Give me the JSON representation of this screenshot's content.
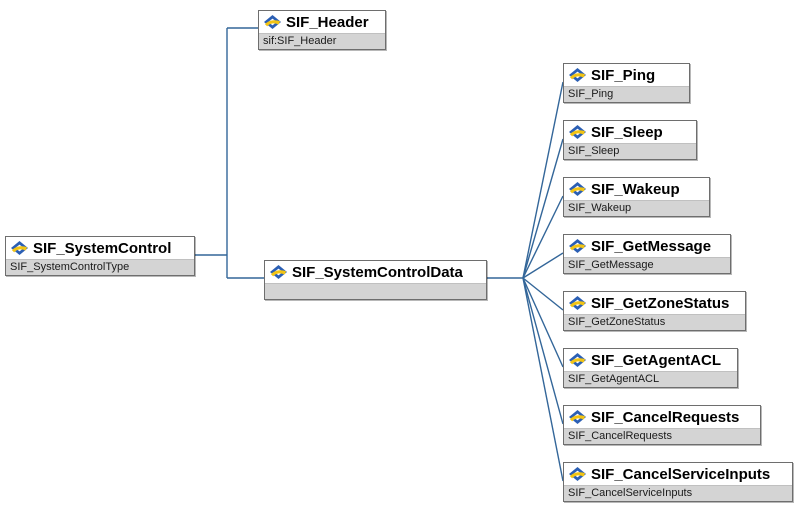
{
  "diagram": {
    "colors": {
      "connector": "#336699",
      "subtitle_bg": "#d4d4d4",
      "box_border": "#6e6e6e",
      "icon_blue": "#2b5fb4",
      "icon_yellow": "#f2c414"
    },
    "root": {
      "title": "SIF_SystemControl",
      "subtitle": "SIF_SystemControlType",
      "icon": "element-icon"
    },
    "header": {
      "title": "SIF_Header",
      "subtitle": "sif:SIF_Header",
      "icon": "element-icon"
    },
    "data_node": {
      "title": "SIF_SystemControlData",
      "subtitle": "",
      "icon": "element-icon"
    },
    "children": [
      {
        "title": "SIF_Ping",
        "subtitle": "SIF_Ping",
        "icon": "element-icon"
      },
      {
        "title": "SIF_Sleep",
        "subtitle": "SIF_Sleep",
        "icon": "element-icon"
      },
      {
        "title": "SIF_Wakeup",
        "subtitle": "SIF_Wakeup",
        "icon": "element-icon"
      },
      {
        "title": "SIF_GetMessage",
        "subtitle": "SIF_GetMessage",
        "icon": "element-icon"
      },
      {
        "title": "SIF_GetZoneStatus",
        "subtitle": "SIF_GetZoneStatus",
        "icon": "element-icon"
      },
      {
        "title": "SIF_GetAgentACL",
        "subtitle": "SIF_GetAgentACL",
        "icon": "element-icon"
      },
      {
        "title": "SIF_CancelRequests",
        "subtitle": "SIF_CancelRequests",
        "icon": "element-icon"
      },
      {
        "title": "SIF_CancelServiceInputs",
        "subtitle": "SIF_CancelServiceInputs",
        "icon": "element-icon"
      }
    ]
  }
}
